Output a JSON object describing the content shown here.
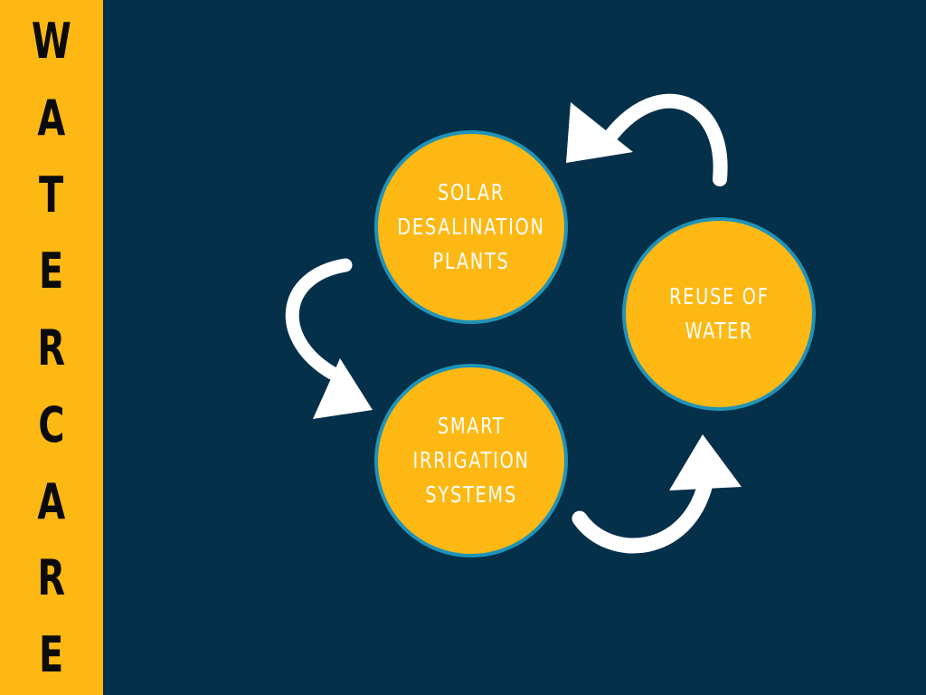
{
  "sidebar": {
    "title_letters": [
      "W",
      "A",
      "T",
      "E",
      "R",
      "C",
      "A",
      "R",
      "E"
    ]
  },
  "cycle": {
    "nodes": [
      {
        "id": "solar",
        "label": "SOLAR\nDESALINATION\nPLANTS"
      },
      {
        "id": "reuse",
        "label": "REUSE OF\nWATER"
      },
      {
        "id": "smart",
        "label": "SMART\nIRRIGATION\nSYSTEMS"
      }
    ],
    "edges": [
      {
        "from": "solar",
        "to": "smart"
      },
      {
        "from": "smart",
        "to": "reuse"
      },
      {
        "from": "reuse",
        "to": "solar"
      }
    ]
  },
  "colors": {
    "background": "#04304a",
    "accent": "#fdb813",
    "ring": "#1f93b8",
    "arrow": "#ffffff",
    "sidebar_text": "#0b0b0b"
  }
}
